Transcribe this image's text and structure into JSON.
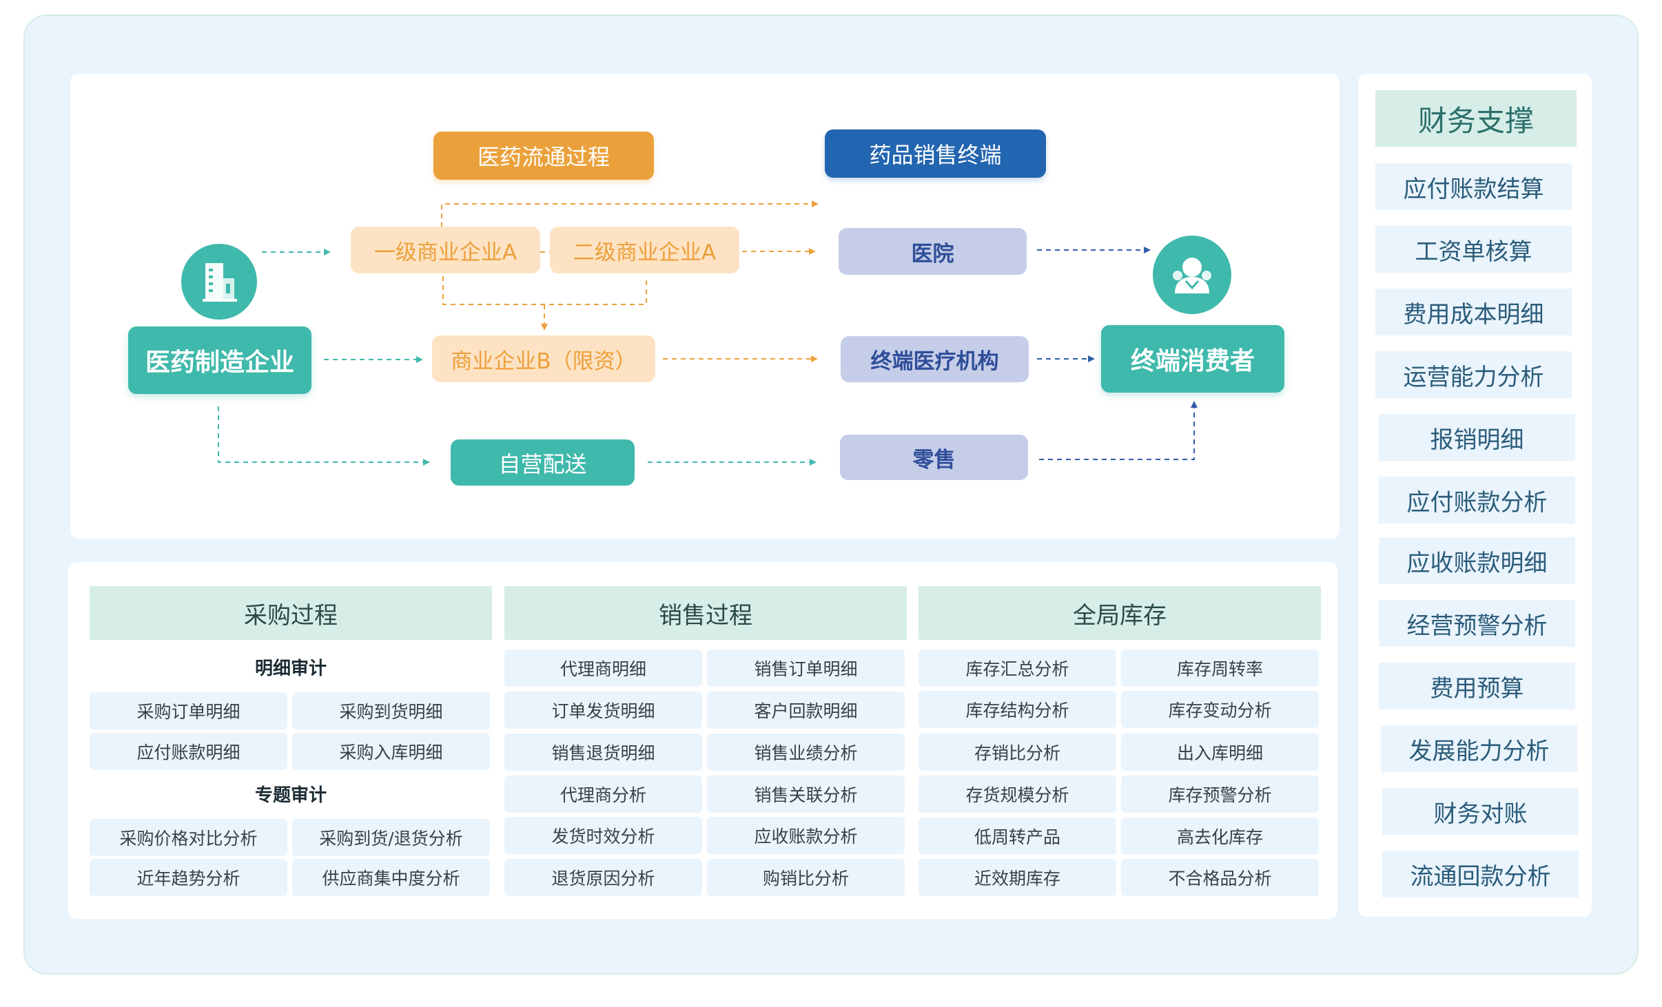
{
  "flow": {
    "header_circulation": "医药流通过程",
    "header_terminal": "药品销售终端",
    "manufacturer": "医药制造企业",
    "level1": "一级商业企业A",
    "level2": "二级商业企业A",
    "business_b": "商业企业B（限资）",
    "self_delivery": "自营配送",
    "hospital": "医院",
    "terminal_medical": "终端医疗机构",
    "retail": "零售",
    "consumer": "终端消费者"
  },
  "purchase": {
    "title": "采购过程",
    "detail_title": "明细审计",
    "detail_items": [
      "采购订单明细",
      "采购到货明细",
      "应付账款明细",
      "采购入库明细"
    ],
    "topic_title": "专题审计",
    "topic_items": [
      "采购价格对比分析",
      "采购到货/退货分析",
      "近年趋势分析",
      "供应商集中度分析"
    ]
  },
  "sales": {
    "title": "销售过程",
    "items": [
      "代理商明细",
      "销售订单明细",
      "订单发货明细",
      "客户回款明细",
      "销售退货明细",
      "销售业绩分析",
      "代理商分析",
      "销售关联分析",
      "发货时效分析",
      "应收账款分析",
      "退货原因分析",
      "购销比分析"
    ]
  },
  "inventory": {
    "title": "全局库存",
    "items": [
      "库存汇总分析",
      "库存周转率",
      "库存结构分析",
      "库存变动分析",
      "存销比分析",
      "出入库明细",
      "存货规模分析",
      "库存预警分析",
      "低周转产品",
      "高去化库存",
      "近效期库存",
      "不合格品分析"
    ]
  },
  "finance": {
    "title": "财务支撑",
    "items": [
      "应付账款结算",
      "工资单核算",
      "费用成本明细",
      "运营能力分析",
      "报销明细",
      "应付账款分析",
      "应收账款明细",
      "经营预警分析",
      "费用预算",
      "发展能力分析",
      "财务对账",
      "流通回款分析"
    ]
  },
  "colors": {
    "teal": "#3fb9ac",
    "orange": "#eba13b",
    "blue": "#2265b0",
    "peach": "#fde3c4",
    "lavender": "#c6cde8"
  },
  "icons": {
    "manufacturer": "building-icon",
    "consumer": "user-group-icon"
  }
}
